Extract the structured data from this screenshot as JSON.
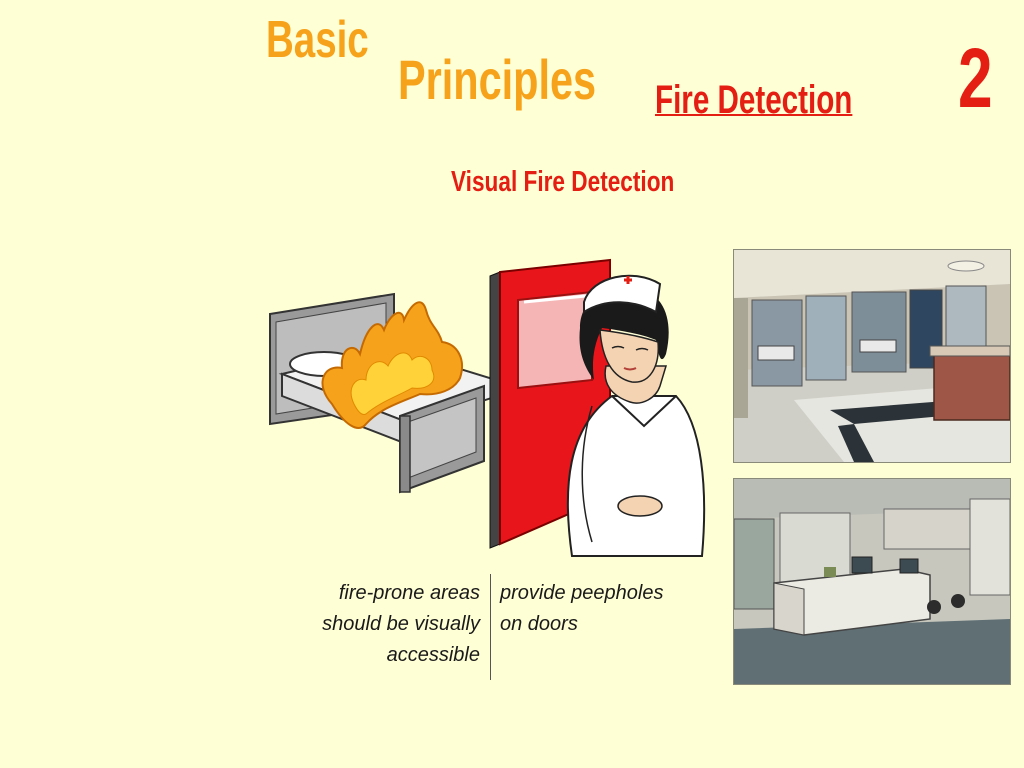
{
  "heading": {
    "basic": "Basic",
    "principles": "Principles",
    "section": "Fire Detection",
    "number": "2"
  },
  "subtitle": "Visual Fire Detection",
  "captions": {
    "left": "fire-prone areas\nshould be visually\naccessible",
    "right": "provide peepholes\non doors"
  },
  "colors": {
    "background": "#FFFFD6",
    "orange": "#F7A21B",
    "red": "#E41E13"
  }
}
